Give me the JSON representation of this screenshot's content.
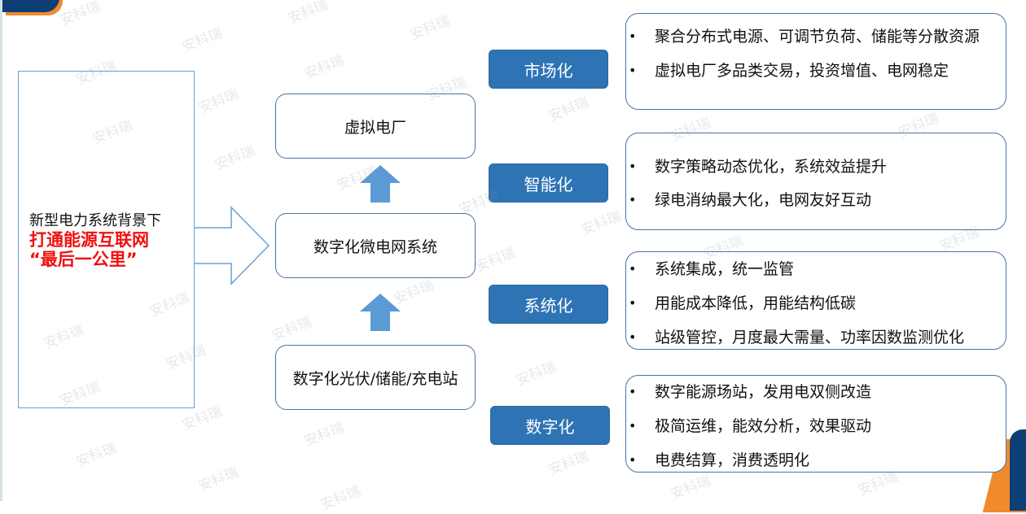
{
  "background_section": {
    "line1": "新型电力系统背景下",
    "line2": "打通能源互联网",
    "line3": "“最后一公里”"
  },
  "center_flow": {
    "top": "虚拟电厂",
    "middle": "数字化微电网系统",
    "bottom": "数字化光伏/储能/充电站"
  },
  "categories": [
    {
      "tag": "市场化",
      "bullets": [
        "聚合分布式电源、可调节负荷、储能等分散资源",
        "虚拟电厂多品类交易，投资增值、电网稳定"
      ]
    },
    {
      "tag": "智能化",
      "bullets": [
        "数字策略动态优化，系统效益提升",
        "绿电消纳最大化，电网友好互动"
      ]
    },
    {
      "tag": "系统化",
      "bullets": [
        "系统集成，统一监管",
        "用能成本降低，用能结构低碳",
        "站级管控，月度最大需量、功率因数监测优化"
      ]
    },
    {
      "tag": "数字化",
      "bullets": [
        "数字能源场站，发用电双侧改造",
        "极简运维，能效分析，效果驱动",
        "电费结算，消费透明化"
      ]
    }
  ],
  "bullet_glyph": "•",
  "watermark": "安科瑞",
  "colors": {
    "tag_fill": "#2e74b5",
    "arrow_fill": "#5b9bd5",
    "highlight_red": "#f01010",
    "brand_navy": "#0d3f75",
    "brand_orange": "#ef8b2c"
  }
}
